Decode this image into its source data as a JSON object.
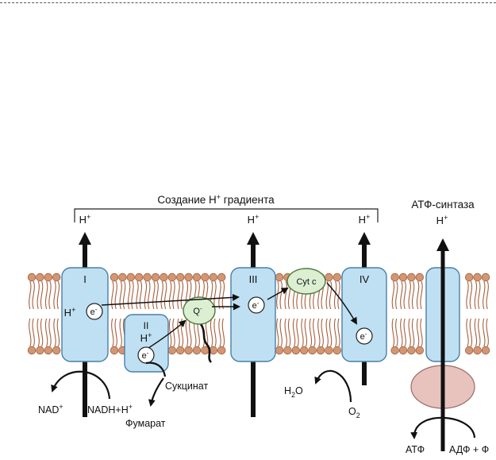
{
  "title": "Создание H",
  "title_sup": "+",
  "title_rest": " градиента",
  "proton": "H",
  "plus": "+",
  "electron": "e",
  "minus": "-",
  "complexes": {
    "c1": "I",
    "c2": "II",
    "c3": "III",
    "c4": "IV"
  },
  "quinone": "Q",
  "cytc": "Cyt c",
  "atp_synthase": "АТФ-синтаза",
  "nad": "NAD",
  "nadh": "NADH+H",
  "succinate": "Сукцинат",
  "fumarate": "Фумарат",
  "h2o_h": "H",
  "h2o_2": "2",
  "h2o_o": "O",
  "o2_o": "O",
  "o2_2": "2",
  "atp": "АТФ",
  "adp": "АДФ + Ф",
  "colors": {
    "complex_fill": "#bfe0f2",
    "complex_stroke": "#4a7fa6",
    "lipid_head": "#d49672",
    "lipid_tail": "#a85f3c",
    "cytc_fill": "#dcefd2",
    "atpase_head": "#e8c3bd"
  }
}
